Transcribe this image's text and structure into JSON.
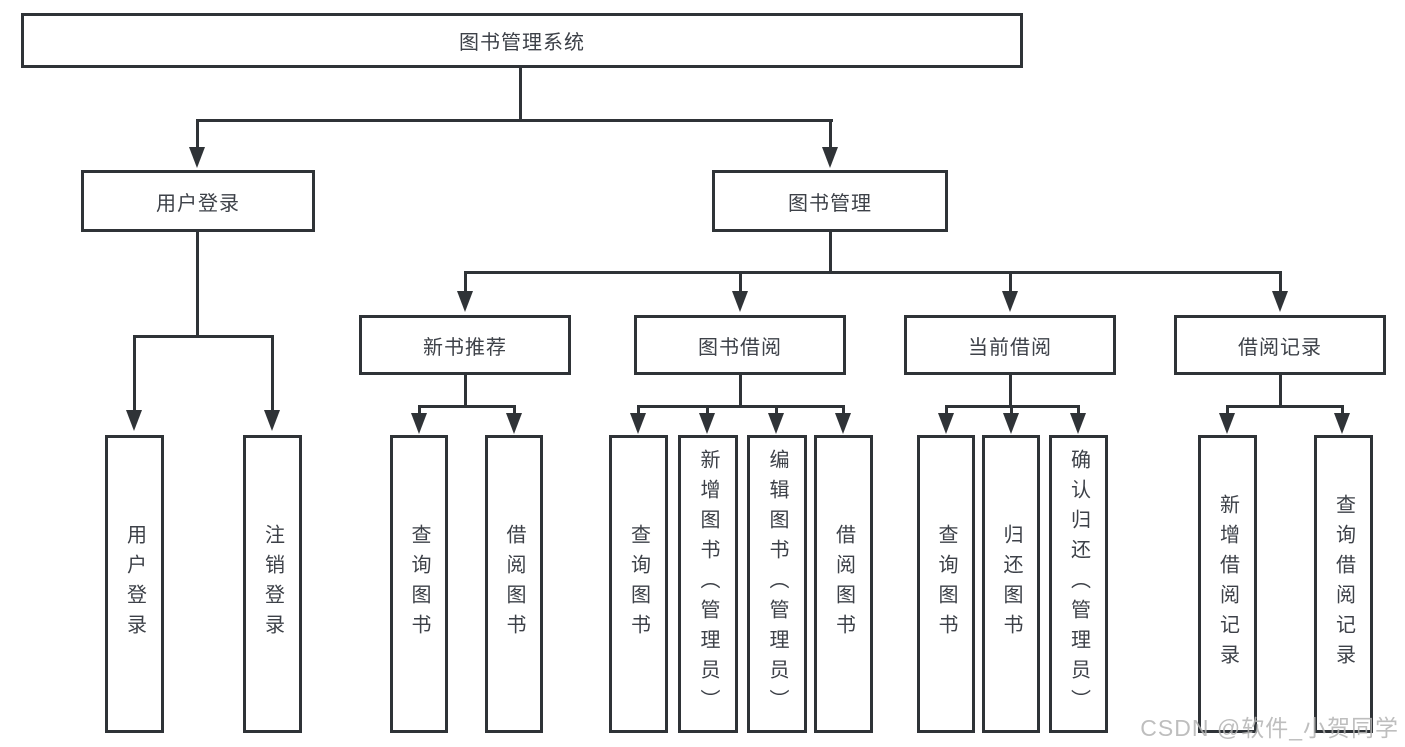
{
  "diagram": {
    "root": {
      "label": "图书管理系统"
    },
    "login_branch": {
      "label": "用户登录",
      "children": [
        {
          "label": "用户登录"
        },
        {
          "label": "注销登录"
        }
      ]
    },
    "mgmt_branch": {
      "label": "图书管理",
      "groups": [
        {
          "label": "新书推荐",
          "children": [
            {
              "label": "查询图书"
            },
            {
              "label": "借阅图书"
            }
          ]
        },
        {
          "label": "图书借阅",
          "children": [
            {
              "label": "查询图书"
            },
            {
              "label": "新增图书（管理员）"
            },
            {
              "label": "编辑图书（管理员）"
            },
            {
              "label": "借阅图书"
            }
          ]
        },
        {
          "label": "当前借阅",
          "children": [
            {
              "label": "查询图书"
            },
            {
              "label": "归还图书"
            },
            {
              "label": "确认归还（管理员）"
            }
          ]
        },
        {
          "label": "借阅记录",
          "children": [
            {
              "label": "新增借阅记录"
            },
            {
              "label": "查询借阅记录"
            }
          ]
        }
      ]
    },
    "watermark": "CSDN @软件_小贺同学",
    "colors": {
      "line": "#2f3337",
      "text": "#3d4148",
      "watermark": "#b3b3b3",
      "background": "#ffffff"
    }
  }
}
